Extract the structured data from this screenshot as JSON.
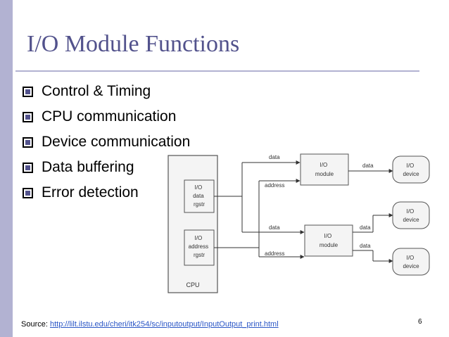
{
  "slide": {
    "title": "I/O Module Functions",
    "bullets": [
      "Control & Timing",
      "CPU communication",
      "Device communication",
      "Data buffering",
      "Error detection"
    ],
    "source_label": "Source: ",
    "source_link": "http://lilt.ilstu.edu/cheri/itk254/sc/inputoutput/InputOutput_print.html",
    "page_number": "6"
  },
  "diagram": {
    "cpu_label": "CPU",
    "data_register": [
      "I/O",
      "data",
      "rgstr"
    ],
    "address_register": [
      "I/O",
      "address",
      "rgstr"
    ],
    "io_module_top": [
      "I/O",
      "module"
    ],
    "io_module_bottom": [
      "I/O",
      "module"
    ],
    "io_device_1": [
      "I/O",
      "device"
    ],
    "io_device_2": [
      "I/O",
      "device"
    ],
    "io_device_3": [
      "I/O",
      "device"
    ],
    "lbl_data_top": "data",
    "lbl_address_top": "address",
    "lbl_data_right_top": "data",
    "lbl_data_bottom": "data",
    "lbl_address_bottom": "address",
    "lbl_data_right_b1": "data",
    "lbl_data_right_b2": "data"
  }
}
